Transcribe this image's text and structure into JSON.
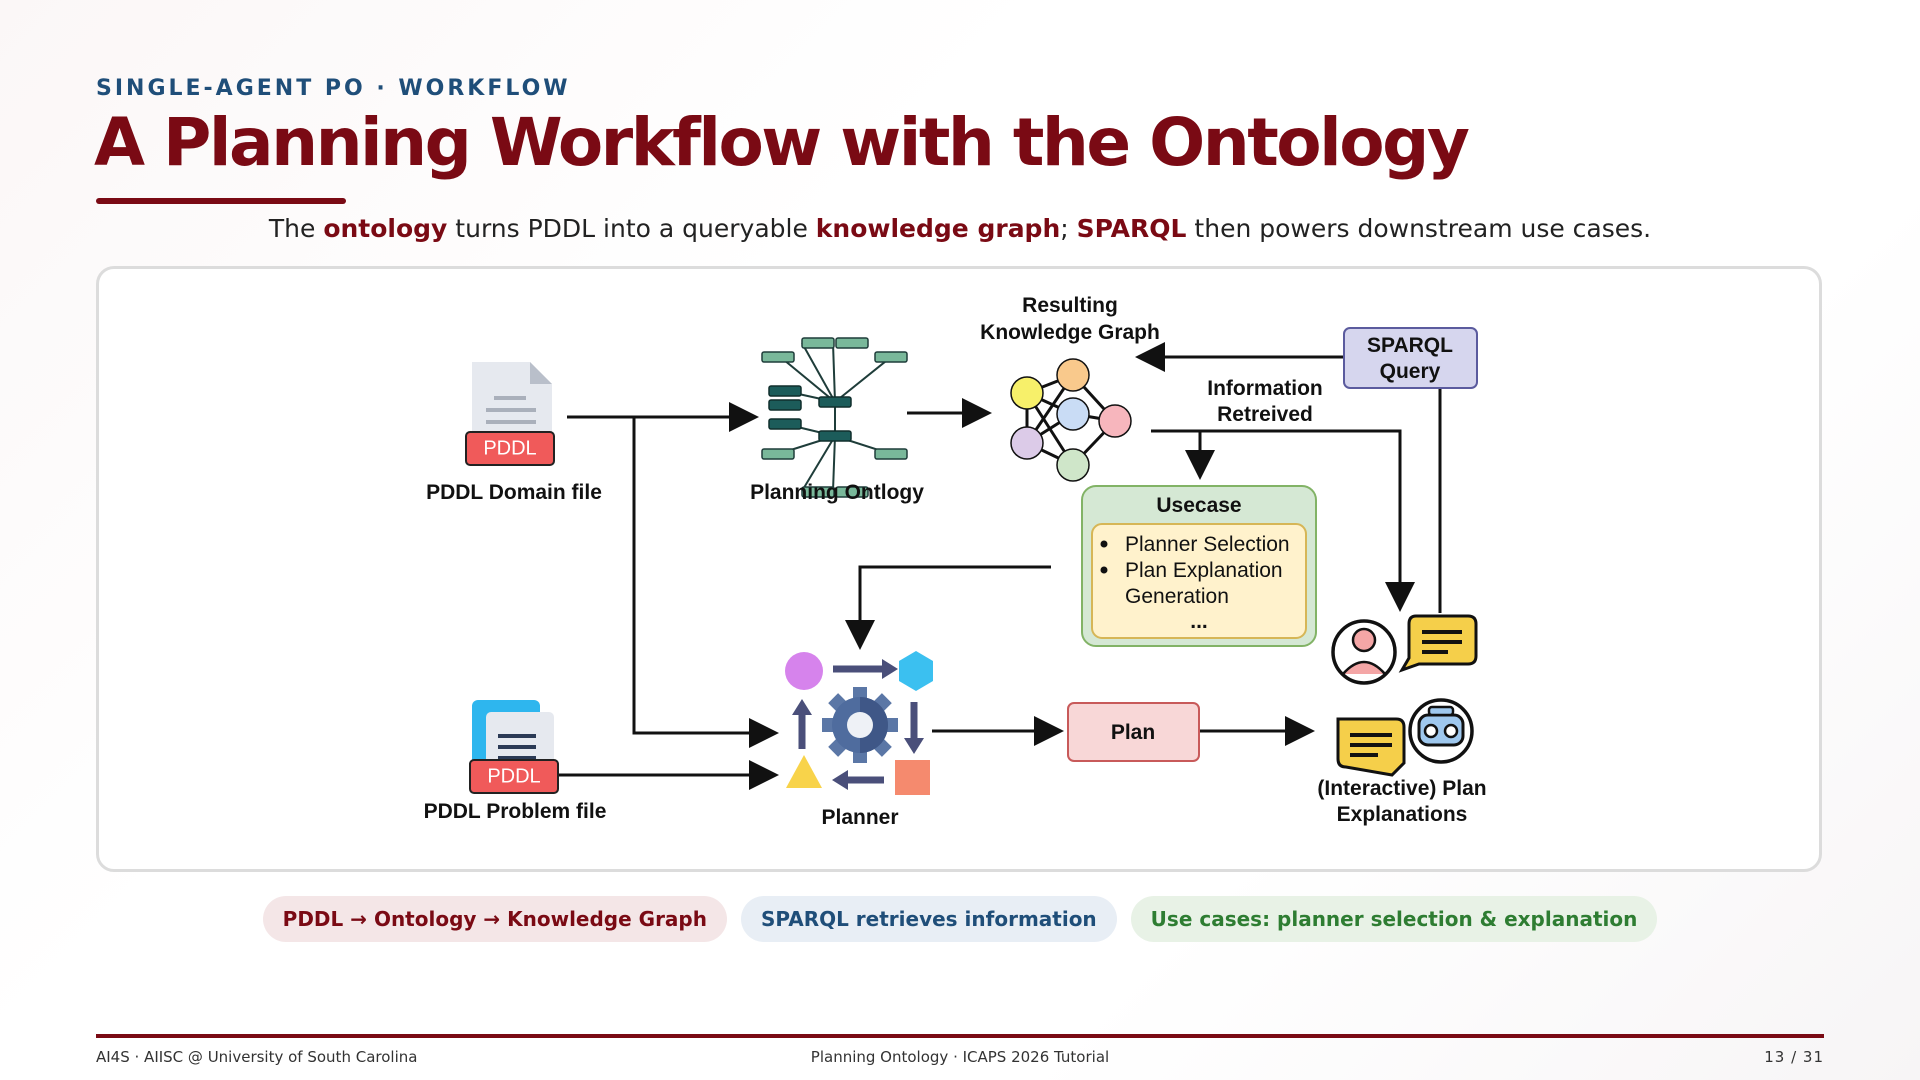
{
  "header": {
    "kicker": "SINGLE-AGENT PO · WORKFLOW",
    "title": "A Planning Workflow with the Ontology"
  },
  "subtitle": {
    "p1": "The ",
    "h1": "ontology",
    "p2": " turns PDDL into a queryable ",
    "h2": "knowledge graph",
    "p3": "; ",
    "h3": "SPARQL",
    "p4": " then powers downstream use cases."
  },
  "diagram": {
    "pddl_badge": "PDDL",
    "domain_file": "PDDL Domain file",
    "problem_file": "PDDL Problem file",
    "ontology": "Planning Ontlogy",
    "kg_line1": "Resulting",
    "kg_line2": "Knowledge Graph",
    "sparql_line1": "SPARQL",
    "sparql_line2": "Query",
    "info_line1": "Information",
    "info_line2": "Retreived",
    "usecase_title": "Usecase",
    "usecase_items": [
      "Planner Selection",
      "Plan Explanation",
      "Generation",
      "..."
    ],
    "planner": "Planner",
    "plan": "Plan",
    "explain_line1": "(Interactive) Plan",
    "explain_line2": "Explanations",
    "colors": {
      "pddl_badge": "#f05a5a",
      "plan_box": "#f8d7d7",
      "sparql_box": "#d6d6ee",
      "usecase_outer": "#d5e8d4",
      "usecase_inner": "#fff2cc",
      "ontology_node": "#79b89a",
      "ontology_hub": "#1c5c5a"
    },
    "icons": [
      "file-icon",
      "document-icon",
      "ontology-tree-icon",
      "knowledge-graph-icon",
      "planner-gear-icon",
      "user-icon",
      "chat-bubble-icon",
      "robot-icon"
    ]
  },
  "chips": [
    "PDDL → Ontology → Knowledge Graph",
    "SPARQL retrieves information",
    "Use cases: planner selection & explanation"
  ],
  "footer": {
    "left": "AI4S · AIISC @ University of South Carolina",
    "center": "Planning Ontology · ICAPS 2026 Tutorial",
    "page": "13  /  31"
  }
}
